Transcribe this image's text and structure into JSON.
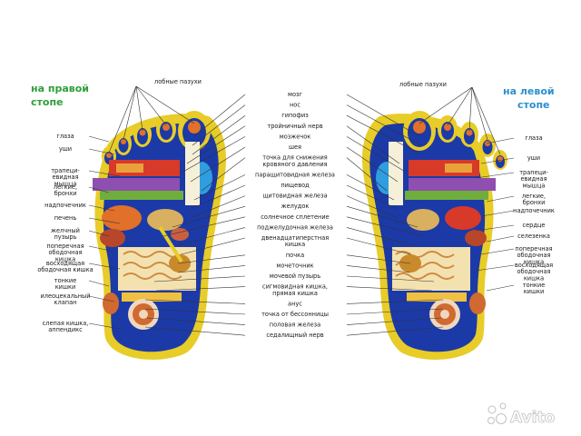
{
  "headings": {
    "right_foot": [
      "на правой",
      "стопе"
    ],
    "left_foot": [
      "на левой",
      "стопе"
    ]
  },
  "colors": {
    "right_heading": "#2e9e3a",
    "left_heading": "#2a8fd0",
    "foot_outline": "#e8cc28",
    "sole": "#1b3aa8",
    "leader_line": "#333333"
  },
  "center_labels": [
    [
      "мозг"
    ],
    [
      "нос"
    ],
    [
      "гипофиз"
    ],
    [
      "тройничный нерв"
    ],
    [
      "мозжечок"
    ],
    [
      "шея"
    ],
    [
      "точка для снижения",
      "кровяного давления"
    ],
    [
      "паращитовидная железа"
    ],
    [
      "пищевод"
    ],
    [
      "щитовидная железа"
    ],
    [
      "желудок"
    ],
    [
      "солнечное сплетение"
    ],
    [
      "поджелудочная железа"
    ],
    [
      "двенадцатиперстная",
      "кишка"
    ],
    [
      "почка"
    ],
    [
      "мочеточник"
    ],
    [
      "мочевой пузырь"
    ],
    [
      "сигмовидная кишка,",
      "прямая кишка"
    ],
    [
      "анус"
    ],
    [
      "точка от бессонницы"
    ],
    [
      "половая железа"
    ],
    [
      "седалищный нерв"
    ]
  ],
  "right_foot_labels": {
    "top": "лобные пазухи",
    "side": [
      [
        "глаза"
      ],
      [
        "уши"
      ],
      [
        "трапеци-",
        "евидная",
        "мышца"
      ],
      [
        "легкие,",
        "бронхи"
      ],
      [
        "надпочечник"
      ],
      [
        "печень"
      ],
      [
        "желчный",
        "пузырь"
      ],
      [
        "поперечная",
        "ободочная",
        "кишка"
      ],
      [
        "восходящая",
        "ободочная кишка"
      ],
      [
        "тонкие",
        "кишки"
      ],
      [
        "илеоцекальный",
        "клапан"
      ],
      [
        "слепая кишка,",
        "аппендикс"
      ]
    ]
  },
  "left_foot_labels": {
    "top": "лобные пазухи",
    "side": [
      [
        "глаза"
      ],
      [
        "уши"
      ],
      [
        "трапеци-",
        "евидная",
        "мышца"
      ],
      [
        "легкие,",
        "бронхи"
      ],
      [
        "надпочечник"
      ],
      [
        "сердце"
      ],
      [
        "селезенка"
      ],
      [
        "поперечная",
        "ободочная",
        "кишка"
      ],
      [
        "восходящая",
        "ободочная",
        "кишка"
      ],
      [
        "тонкие",
        "кишки"
      ]
    ]
  },
  "watermark": {
    "logo_text": "Avito"
  }
}
